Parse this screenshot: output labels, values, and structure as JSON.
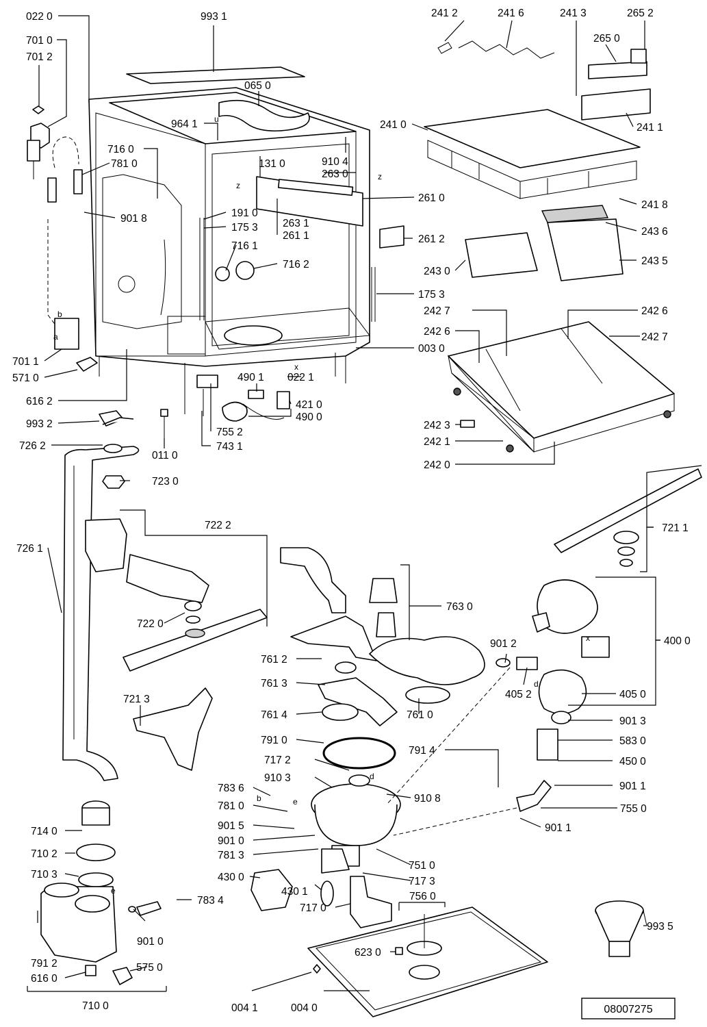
{
  "document_number": "08007275",
  "callouts": [
    {
      "id": "c1",
      "text": "022 0"
    },
    {
      "id": "c2",
      "text": "993 1"
    },
    {
      "id": "c3",
      "text": "701 0"
    },
    {
      "id": "c4",
      "text": "701 2"
    },
    {
      "id": "c5",
      "text": "065 0"
    },
    {
      "id": "c6",
      "text": "964 1"
    },
    {
      "id": "c7",
      "text": "716 0"
    },
    {
      "id": "c8",
      "text": "781 0"
    },
    {
      "id": "c9",
      "text": "131 0"
    },
    {
      "id": "c10",
      "text": "910 4"
    },
    {
      "id": "c11",
      "text": "263 0"
    },
    {
      "id": "c12",
      "text": "901 8"
    },
    {
      "id": "c13",
      "text": "191 0"
    },
    {
      "id": "c14",
      "text": "175 3"
    },
    {
      "id": "c15",
      "text": "263 1"
    },
    {
      "id": "c16",
      "text": "261 1"
    },
    {
      "id": "c17",
      "text": "261 0"
    },
    {
      "id": "c18",
      "text": "261 2"
    },
    {
      "id": "c19",
      "text": "716 1"
    },
    {
      "id": "c20",
      "text": "716 2"
    },
    {
      "id": "c21",
      "text": "175 3"
    },
    {
      "id": "c22",
      "text": "003 0"
    },
    {
      "id": "c23",
      "text": "701 1"
    },
    {
      "id": "c24",
      "text": "571 0"
    },
    {
      "id": "c25",
      "text": "616 2"
    },
    {
      "id": "c26",
      "text": "490 1"
    },
    {
      "id": "c27",
      "text": "022 1"
    },
    {
      "id": "c28",
      "text": "421 0"
    },
    {
      "id": "c29",
      "text": "490 0"
    },
    {
      "id": "c30",
      "text": "993 2"
    },
    {
      "id": "c31",
      "text": "755 2"
    },
    {
      "id": "c32",
      "text": "743 1"
    },
    {
      "id": "c33",
      "text": "726 2"
    },
    {
      "id": "c34",
      "text": "011 0"
    },
    {
      "id": "c35",
      "text": "723 0"
    },
    {
      "id": "c36",
      "text": "241 2"
    },
    {
      "id": "c37",
      "text": "241 6"
    },
    {
      "id": "c38",
      "text": "241 3"
    },
    {
      "id": "c39",
      "text": "265 2"
    },
    {
      "id": "c40",
      "text": "265 0"
    },
    {
      "id": "c41",
      "text": "241 0"
    },
    {
      "id": "c42",
      "text": "241 1"
    },
    {
      "id": "c43",
      "text": "241 8"
    },
    {
      "id": "c44",
      "text": "243 6"
    },
    {
      "id": "c45",
      "text": "243 0"
    },
    {
      "id": "c46",
      "text": "243 5"
    },
    {
      "id": "c47",
      "text": "242 7"
    },
    {
      "id": "c48",
      "text": "242 6"
    },
    {
      "id": "c49",
      "text": "242 6"
    },
    {
      "id": "c50",
      "text": "242 7"
    },
    {
      "id": "c51",
      "text": "242 3"
    },
    {
      "id": "c52",
      "text": "242 1"
    },
    {
      "id": "c53",
      "text": "242 0"
    },
    {
      "id": "c54",
      "text": "722 2"
    },
    {
      "id": "c55",
      "text": "726 1"
    },
    {
      "id": "c56",
      "text": "722 0"
    },
    {
      "id": "c57",
      "text": "721 1"
    },
    {
      "id": "c58",
      "text": "763 0"
    },
    {
      "id": "c59",
      "text": "901 2"
    },
    {
      "id": "c60",
      "text": "400 0"
    },
    {
      "id": "c61",
      "text": "761 2"
    },
    {
      "id": "c62",
      "text": "761 3"
    },
    {
      "id": "c63",
      "text": "405 2"
    },
    {
      "id": "c64",
      "text": "405 0"
    },
    {
      "id": "c65",
      "text": "721 3"
    },
    {
      "id": "c66",
      "text": "761 4"
    },
    {
      "id": "c67",
      "text": "761 0"
    },
    {
      "id": "c68",
      "text": "901 3"
    },
    {
      "id": "c69",
      "text": "791 0"
    },
    {
      "id": "c70",
      "text": "583 0"
    },
    {
      "id": "c71",
      "text": "791 4"
    },
    {
      "id": "c72",
      "text": "450 0"
    },
    {
      "id": "c73",
      "text": "717 2"
    },
    {
      "id": "c74",
      "text": "910 3"
    },
    {
      "id": "c75",
      "text": "901 1"
    },
    {
      "id": "c76",
      "text": "783 6"
    },
    {
      "id": "c77",
      "text": "910 8"
    },
    {
      "id": "c78",
      "text": "781 0"
    },
    {
      "id": "c79",
      "text": "755 0"
    },
    {
      "id": "c80",
      "text": "901 5"
    },
    {
      "id": "c81",
      "text": "901 1"
    },
    {
      "id": "c82",
      "text": "714 0"
    },
    {
      "id": "c83",
      "text": "901 0"
    },
    {
      "id": "c84",
      "text": "710 2"
    },
    {
      "id": "c85",
      "text": "781 3"
    },
    {
      "id": "c86",
      "text": "751 0"
    },
    {
      "id": "c87",
      "text": "430 0"
    },
    {
      "id": "c88",
      "text": "717 3"
    },
    {
      "id": "c89",
      "text": "710 3"
    },
    {
      "id": "c90",
      "text": "430 1"
    },
    {
      "id": "c91",
      "text": "756 0"
    },
    {
      "id": "c92",
      "text": "783 4"
    },
    {
      "id": "c93",
      "text": "717 0"
    },
    {
      "id": "c94",
      "text": "901 0"
    },
    {
      "id": "c95",
      "text": "993 5"
    },
    {
      "id": "c96",
      "text": "575 0"
    },
    {
      "id": "c97",
      "text": "623 0"
    },
    {
      "id": "c98",
      "text": "791 2"
    },
    {
      "id": "c99",
      "text": "616 0"
    },
    {
      "id": "c100",
      "text": "710 0"
    },
    {
      "id": "c101",
      "text": "004 1"
    },
    {
      "id": "c102",
      "text": "004 0"
    }
  ],
  "connector_letters": [
    {
      "id": "l1",
      "text": "u"
    },
    {
      "id": "l2",
      "text": "z"
    },
    {
      "id": "l3",
      "text": "z"
    },
    {
      "id": "l4",
      "text": "b"
    },
    {
      "id": "l5",
      "text": "a"
    },
    {
      "id": "l6",
      "text": "x"
    },
    {
      "id": "l7",
      "text": "x"
    },
    {
      "id": "l8",
      "text": "d"
    },
    {
      "id": "l9",
      "text": "d"
    },
    {
      "id": "l10",
      "text": "e"
    },
    {
      "id": "l11",
      "text": "b"
    },
    {
      "id": "l12",
      "text": "e"
    }
  ]
}
